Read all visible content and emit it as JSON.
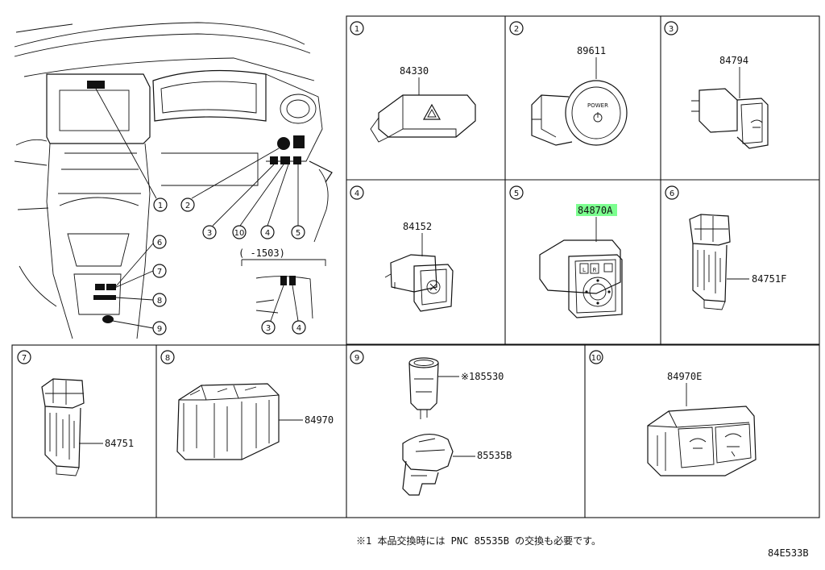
{
  "overview": {
    "callouts": [
      "1",
      "2",
      "3",
      "10",
      "4",
      "5",
      "6",
      "7",
      "8",
      "9"
    ],
    "inset_label": "(    -1503)",
    "inset_callouts": [
      "3",
      "4"
    ]
  },
  "panels": [
    {
      "index": "1",
      "part": "84330"
    },
    {
      "index": "2",
      "part": "89611",
      "power_label": "POWER"
    },
    {
      "index": "3",
      "part": "84794"
    },
    {
      "index": "4",
      "part": "84152"
    },
    {
      "index": "5",
      "part": "84870A",
      "highlight": true,
      "switch_letters": [
        "L",
        "R"
      ]
    },
    {
      "index": "6",
      "part": "84751F"
    },
    {
      "index": "7",
      "part": "84751"
    },
    {
      "index": "8",
      "part": "84970"
    },
    {
      "index": "9",
      "part": "※185530",
      "part2": "85535B"
    },
    {
      "index": "10",
      "part": "84970E"
    }
  ],
  "footnote": "※1 本品交換時には PNC 85535B の交換も必要です。",
  "diagram_code": "84E533B",
  "colors": {
    "highlight": "#7CFF8F",
    "line": "#111111"
  }
}
